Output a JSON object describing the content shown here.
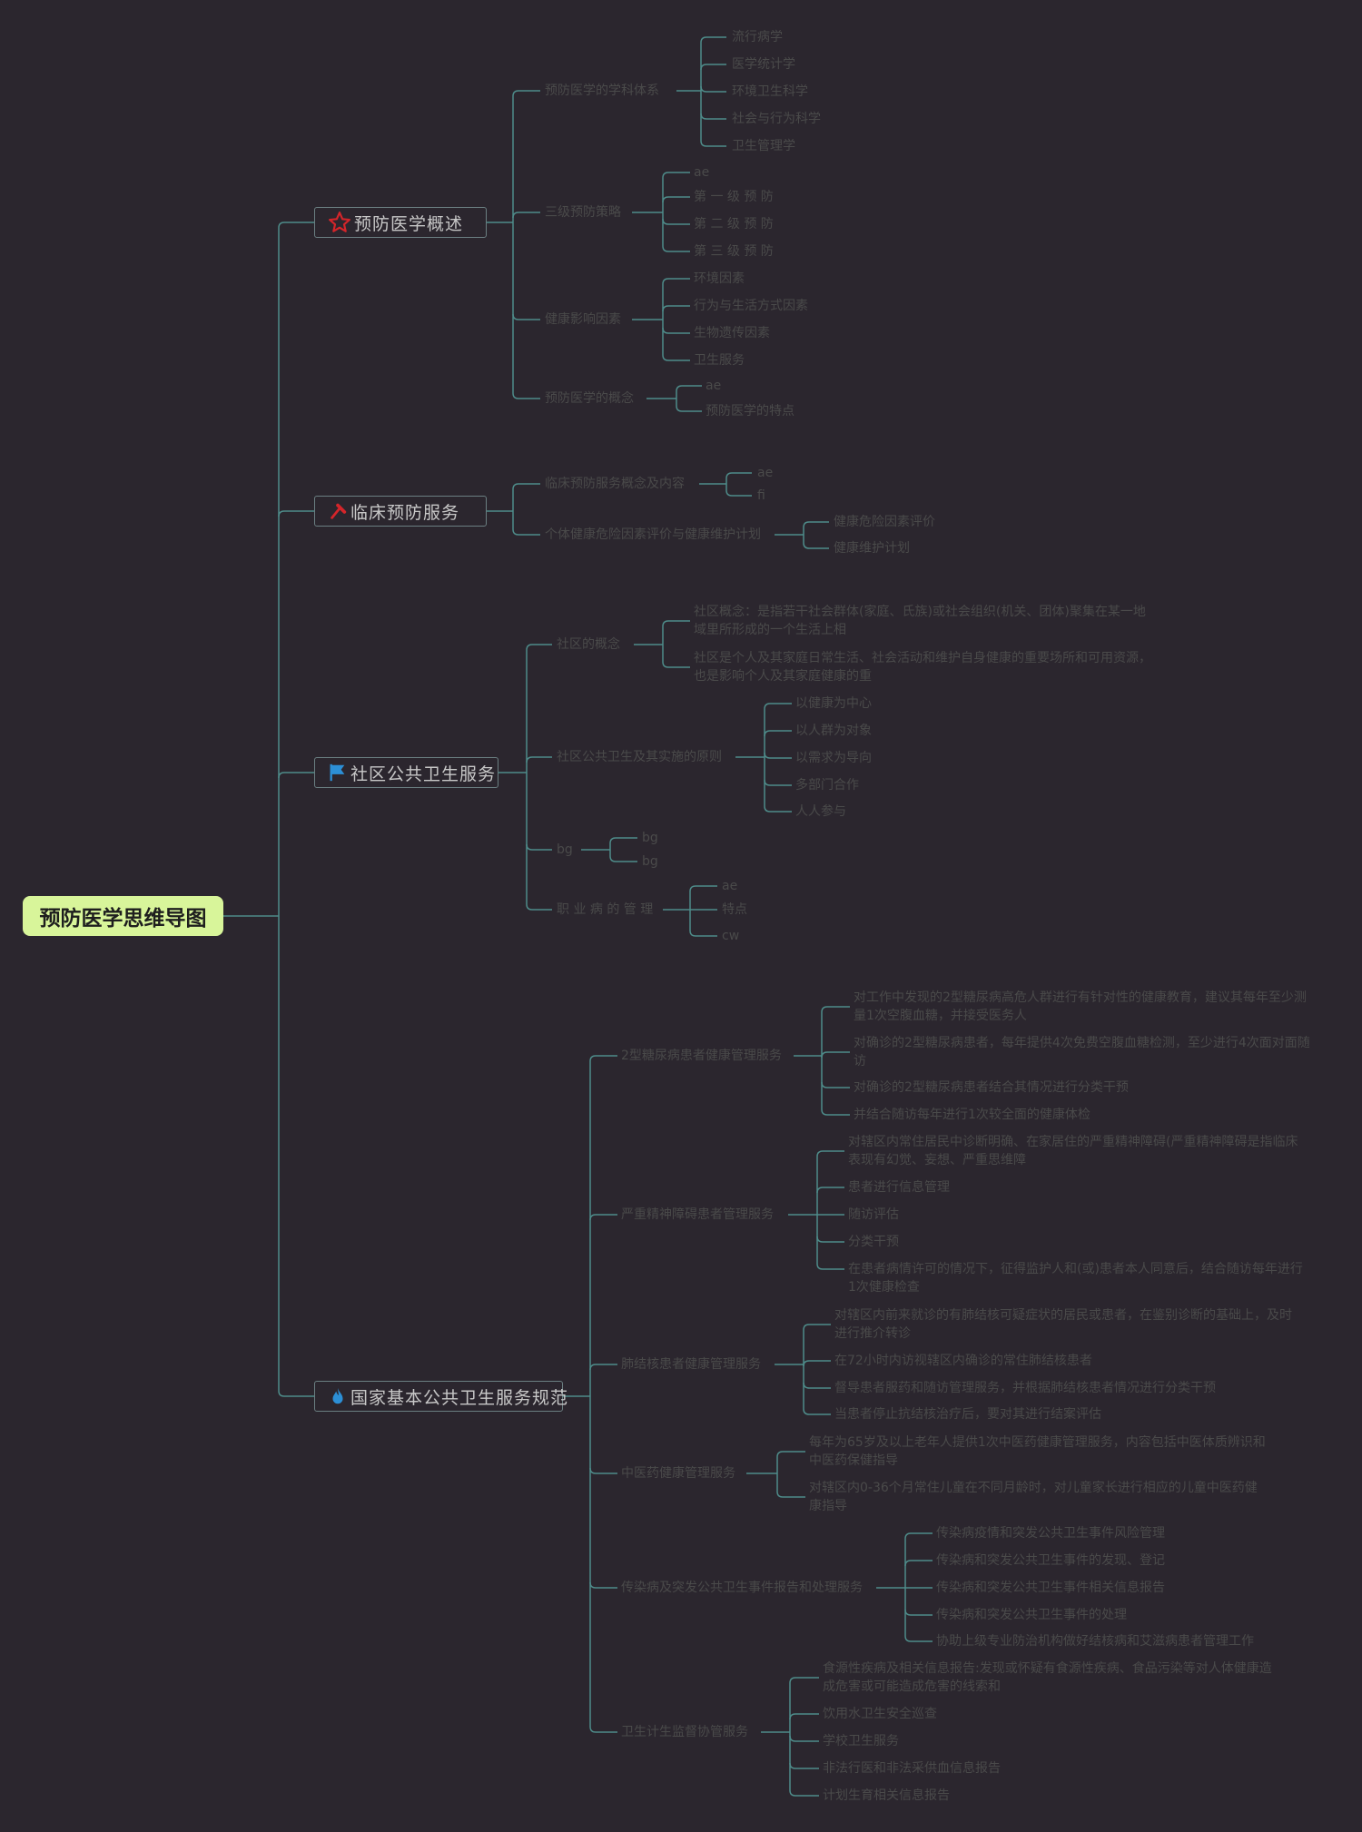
{
  "root": "预防医学思维导图",
  "colors": {
    "background": "#2b262e",
    "root_fill": "#d8f59a",
    "line": "#4e8c8a",
    "box_border": "#6b7f82",
    "leaf_text": "#4a4a4a",
    "main_text": "#c8c8c8"
  },
  "branches": [
    {
      "title": "预防医学概述",
      "icon": "star-icon",
      "children": [
        {
          "label": "预防医学的学科体系",
          "children": [
            "流行病学",
            "医学统计学",
            "环境卫生科学",
            "社会与行为科学",
            "卫生管理学"
          ]
        },
        {
          "label": "三级预防策略",
          "children": [
            "ae",
            "第 一 级 预 防",
            "第 二 级 预 防",
            "第 三 级 预 防"
          ]
        },
        {
          "label": "健康影响因素",
          "children": [
            "环境因素",
            "行为与生活方式因素",
            "生物遗传因素",
            "卫生服务"
          ]
        },
        {
          "label": "预防医学的概念",
          "children": [
            "ae",
            "预防医学的特点"
          ]
        }
      ]
    },
    {
      "title": "临床预防服务",
      "icon": "hammer-icon",
      "children": [
        {
          "label": "临床预防服务概念及内容",
          "children": [
            "ae",
            "fi"
          ]
        },
        {
          "label": "个体健康危险因素评价与健康维护计划",
          "children": [
            "健康危险因素评价",
            "健康维护计划"
          ]
        }
      ]
    },
    {
      "title": "社区公共卫生服务",
      "icon": "flag-icon",
      "children": [
        {
          "label": "社区的概念",
          "children": [
            "社区概念：是指若干社会群体(家庭、氏族)或社会组织(机关、团体)聚集在某一地域里所形成的一个生活上相",
            "社区是个人及其家庭日常生活、社会活动和维护自身健康的重要场所和可用资源，也是影响个人及其家庭健康的重"
          ]
        },
        {
          "label": "社区公共卫生及其实施的原则",
          "children": [
            "以健康为中心",
            "以人群为对象",
            "以需求为导向",
            "多部门合作",
            "人人参与"
          ]
        },
        {
          "label": "bg",
          "children": [
            "bg",
            "bg"
          ]
        },
        {
          "label": "职 业 病 的 管 理",
          "children": [
            "ae",
            "特点",
            "cw"
          ]
        }
      ]
    },
    {
      "title": "国家基本公共卫生服务规范",
      "icon": "fire-icon",
      "children": [
        {
          "label": "2型糖尿病患者健康管理服务",
          "children": [
            "对工作中发现的2型糖尿病高危人群进行有针对性的健康教育，建议其每年至少测量1次空腹血糖，并接受医务人",
            "对确诊的2型糖尿病患者，每年提供4次免费空腹血糖检测，至少进行4次面对面随访",
            "对确诊的2型糖尿病患者结合其情况进行分类干预",
            "并结合随访每年进行1次较全面的健康体检"
          ]
        },
        {
          "label": "严重精神障碍患者管理服务",
          "children": [
            "对辖区内常住居民中诊断明确、在家居住的严重精神障碍(严重精神障碍是指临床表现有幻觉、妄想、严重思维障",
            "患者进行信息管理",
            "随访评估",
            "分类干预",
            "在患者病情许可的情况下，征得监护人和(或)患者本人同意后，结合随访每年进行1次健康检查"
          ]
        },
        {
          "label": "肺结核患者健康管理服务",
          "children": [
            "对辖区内前来就诊的有肺结核可疑症状的居民或患者，在鉴别诊断的基础上，及时进行推介转诊",
            "在72小时内访视辖区内确诊的常住肺结核患者",
            "督导患者服药和随访管理服务，并根据肺结核患者情况进行分类干预",
            "当患者停止抗结核治疗后，要对其进行结案评估"
          ]
        },
        {
          "label": "中医药健康管理服务",
          "children": [
            "每年为65岁及以上老年人提供1次中医药健康管理服务，内容包括中医体质辨识和中医药保健指导",
            "对辖区内0-36个月常住儿童在不同月龄时，对儿童家长进行相应的儿童中医药健康指导"
          ]
        },
        {
          "label": "传染病及突发公共卫生事件报告和处理服务",
          "children": [
            "传染病疫情和突发公共卫生事件风险管理",
            "传染病和突发公共卫生事件的发现、登记",
            "传染病和突发公共卫生事件相关信息报告",
            "传染病和突发公共卫生事件的处理",
            "协助上级专业防治机构做好结核病和艾滋病患者管理工作"
          ]
        },
        {
          "label": "卫生计生监督协管服务",
          "children": [
            "食源性疾病及相关信息报告:发现或怀疑有食源性疾病、食品污染等对人体健康造成危害或可能造成危害的线索和",
            "饮用水卫生安全巡查",
            "学校卫生服务",
            "非法行医和非法采供血信息报告",
            "计划生育相关信息报告"
          ]
        }
      ]
    }
  ]
}
